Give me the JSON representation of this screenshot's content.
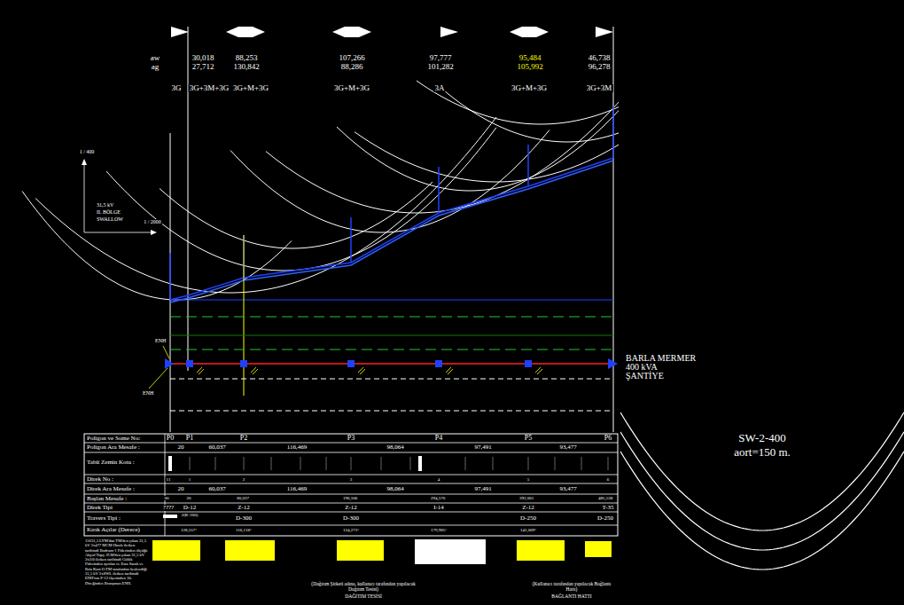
{
  "diagram": {
    "labels": [
      "aw",
      "ag",
      "30,018",
      "27,712",
      "88,253",
      "130,842",
      "107,266",
      "88,286",
      "97,777",
      "101,282",
      "95,484",
      "105,992",
      "46,738",
      "96,278",
      "3G",
      "3G+3M+3G",
      "3G+M+3G",
      "3G+M+3G",
      "3A",
      "3G+M+3G",
      "3G+3M",
      "1 / 400",
      "31,5 kV",
      "II. BÖLGE",
      "SWALLOW",
      "1 / 2000",
      "ENH",
      "ENH",
      "BARLA MERMER",
      "400 kVA",
      "ŞANTİYE",
      "SW-2-400",
      "aort=150 m.",
      "Poligon ve Some No:",
      "P0",
      "P1",
      "P2",
      "P3",
      "P4",
      "P5",
      "P6",
      "Poligon Ara Mesafe :",
      "20",
      "60,037",
      "116,469",
      "98,064",
      "97,491",
      "93,477",
      "Tabii Zemin Kotu :",
      "Direk No :",
      "11",
      "1",
      "2",
      "3",
      "4",
      "5",
      "6",
      "Direk Ara Mesafe :",
      "20",
      "60,037",
      "116,469",
      "98,064",
      "97,491",
      "93,477",
      "Başlan Mesafe :",
      "00",
      "20",
      "80,037",
      "196,506",
      "294,570",
      "392,061",
      "485,538",
      "Direk Tipi",
      "????",
      "D-12",
      "Z-12",
      "Z-12",
      "I-14",
      "Z-12",
      "T-35",
      "Travers Tipi :",
      "2(K-200)",
      "D-300",
      "D-300",
      "D-250",
      "D-250",
      "Kırık Açılar (Derece)",
      "128,557°",
      "116,118°",
      "124,273°",
      "179,985°",
      "141,069°",
      "15631,5 LYM'dan TM'den çıkan 31,5 kV 2x477 MCM Hawk iletken tarihindi Bodrum-1 Fiderinden ölçüğü Akyol Topç. D.M'den çıkan 31,5 kV 2x3/0 iletken tarihindi Gülük Fiderinden ayrılan ve Esra Sarak ve Rıfa Kurt O.TM tarafından beslendiği 31,5 kV 2xSWL iletken tarihindi ENH'nın P-12 ilçesinden 10. Direğinden Branşman ENH.",
      "(Dağıtım Şirketi adına, kullanıcı tarafından yapılacak Dağıtım Tesisi)",
      "DAĞITIM TESİSİ",
      "(Kullanıcı tarafından yapılacak Bağlantı Hattı)",
      "BAĞLANTI HATTI"
    ]
  }
}
